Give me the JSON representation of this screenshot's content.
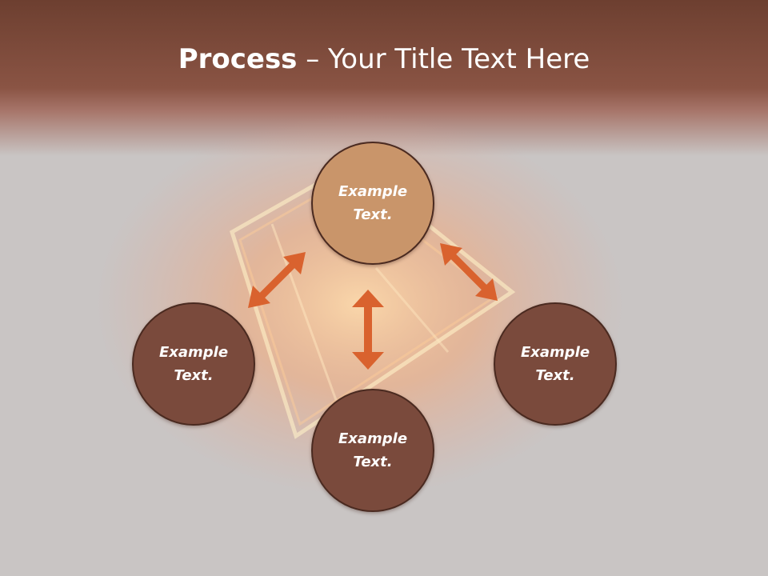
{
  "title": {
    "bold": "Process",
    "rest": " – Your Title Text Here"
  },
  "colors": {
    "header": "#6d3f30",
    "background": "#c9c5c4",
    "node_top": "#c9956a",
    "node": "#7a4a3c",
    "arrow": "#d9622e"
  },
  "nodes": [
    {
      "id": "top",
      "label": "Example Text."
    },
    {
      "id": "left",
      "label": "Example Text."
    },
    {
      "id": "right",
      "label": "Example Text."
    },
    {
      "id": "bottom",
      "label": "Example Text."
    }
  ],
  "connections": [
    {
      "from": "top",
      "to": "left",
      "type": "double-arrow"
    },
    {
      "from": "top",
      "to": "right",
      "type": "double-arrow"
    },
    {
      "from": "top",
      "to": "bottom",
      "type": "double-arrow"
    }
  ]
}
